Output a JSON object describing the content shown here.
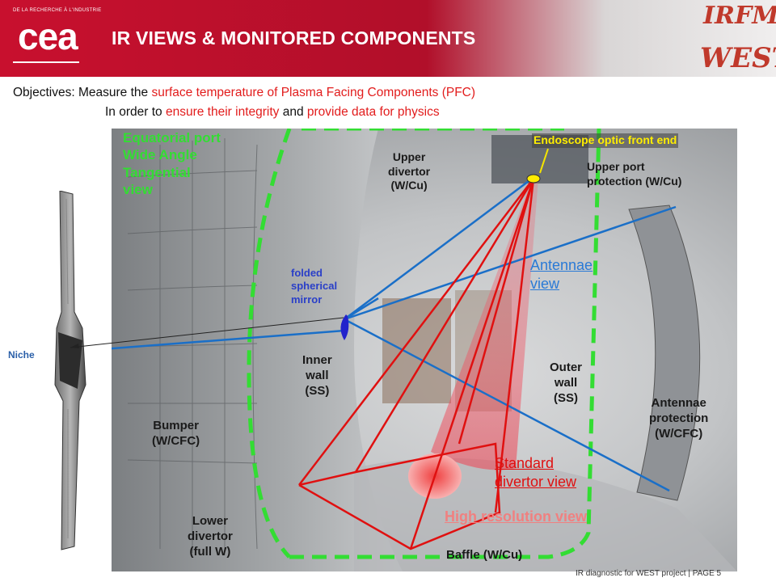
{
  "header": {
    "org_small": "DE LA RECHERCHE À L'INDUSTRIE",
    "logo": "cea",
    "title": "IR VIEWS  &  MONITORED COMPONENTS",
    "logo_right_top": "IRFM",
    "logo_right_bottom": "WEST"
  },
  "objectives": {
    "line1_prefix": "Objectives: Measure the ",
    "line1_red": "surface temperature of Plasma Facing Components (PFC)",
    "line2_prefix": "In order to ",
    "line2_red1": "ensure their integrity",
    "line2_mid": " and ",
    "line2_red2": "provide data for physics"
  },
  "labels": {
    "equatorial_view": [
      "Equatorial port",
      "Wide Angle",
      "Tangential",
      "view"
    ],
    "endoscope": "Endoscope optic front end",
    "upper_divertor": [
      "Upper",
      "divertor",
      "(W/Cu)"
    ],
    "upper_port": [
      "Upper port",
      "protection (W/Cu)"
    ],
    "antennae_view": [
      "Antennae",
      "view"
    ],
    "folded_mirror": [
      "folded",
      "spherical",
      "mirror"
    ],
    "niche": "Niche",
    "inner_wall": [
      "Inner",
      "wall",
      "(SS)"
    ],
    "outer_wall": [
      "Outer",
      "wall",
      "(SS)"
    ],
    "antennae_protection": [
      "Antennae",
      "protection",
      "(W/CFC)"
    ],
    "bumper": [
      "Bumper",
      "(W/CFC)"
    ],
    "standard_divertor_view": [
      "Standard",
      "divertor view"
    ],
    "high_resolution_view": "High resolution view",
    "lower_divertor": [
      "Lower",
      "divertor",
      "(full W)"
    ],
    "baffle": "Baffle (W/Cu)"
  },
  "footer": {
    "text": "IR diagnostic for WEST project",
    "page": "| PAGE 5"
  },
  "colors": {
    "header_red": "#c8102e",
    "text_red": "#e21c1c",
    "view_green": "#33dd33",
    "ray_blue": "#1a6fc8",
    "ray_red": "#e01010",
    "high_res_pink": "#f08080",
    "link_blue": "#2a7ad6"
  }
}
